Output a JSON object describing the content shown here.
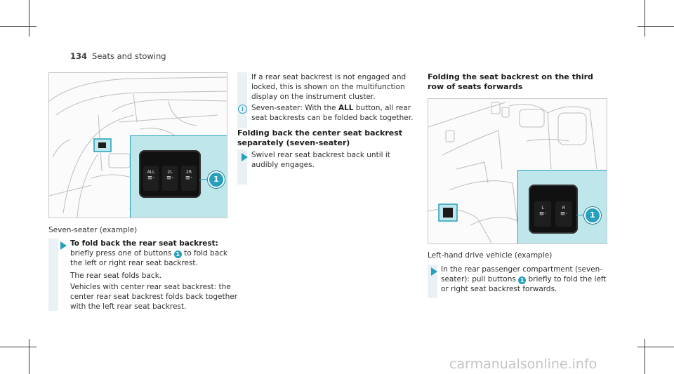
{
  "header": {
    "page_number": "134",
    "section": "Seats and stowing"
  },
  "figures": {
    "left": {
      "caption": "Seven-seater (example)",
      "button_labels": [
        "ALL",
        "2L",
        "2R"
      ],
      "callout": "1"
    },
    "right": {
      "caption": "Left-hand drive vehicle (example)",
      "button_labels": [
        "L",
        "R"
      ],
      "callout": "1"
    }
  },
  "col1": {
    "step1_bold": "To fold back the rear seat backrest:",
    "step1_a": " briefly press one of buttons",
    "step1_badge": "1",
    "step1_b": " to fold back the left or right rear seat backrest.",
    "line2": "The rear seat folds back.",
    "line3": "Vehicles with center rear seat backrest: the center rear seat backrest folds back together with the left rear seat backrest."
  },
  "col2": {
    "note1": "If a rear seat backrest is not engaged and locked, this is shown on the multifunction display on the instrument cluster.",
    "info_icon": "info-icon",
    "info_pre": "Seven-seater: With the ",
    "info_bold": "ALL",
    "info_post": " button, all rear seat backrests can be folded back together.",
    "heading": "Folding back the center seat backrest separately (seven-seater)",
    "step": "Swivel rear seat backrest back until it audibly engages."
  },
  "col3": {
    "heading": "Folding the seat backrest on the third row of seats forwards",
    "step_a": "In the rear passenger compartment (seven-seater): pull buttons",
    "step_badge": "1",
    "step_b": " briefly to fold the left or right seat backrest forwards."
  },
  "colors": {
    "accent": "#27a0bd",
    "inset_bg": "#bfe6ea",
    "note_bar": "#eaf1f5"
  }
}
